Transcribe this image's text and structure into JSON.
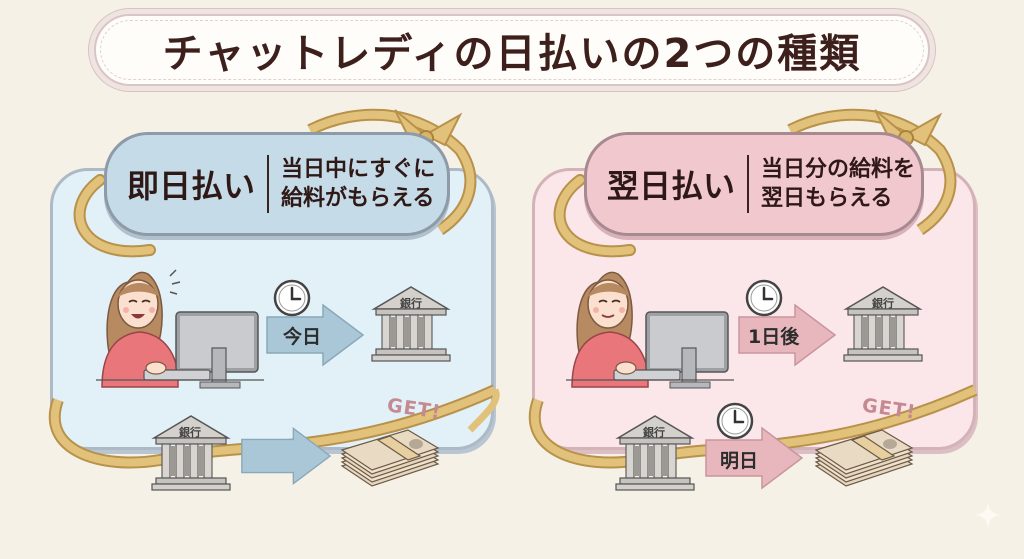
{
  "title": "チャットレディの日払いの2つの種類",
  "colors": {
    "background": "#f6f1e6",
    "left_card": "#e2f0f8",
    "left_pill": "#c6dbe8",
    "left_arrow": "#a9c7d7",
    "right_card": "#fbe6ea",
    "right_pill": "#f2c8cf",
    "right_arrow": "#e8b6bd",
    "ribbon": "#d9b56a",
    "get_text": "#c48991"
  },
  "cards": [
    {
      "id": "same-day",
      "heading": "即日払い",
      "description": "当日中にすぐに\n給料がもらえる",
      "flow_top": {
        "arrow_label": "今日",
        "bank_label": "銀行",
        "icon": "clock-icon"
      },
      "flow_bottom": {
        "bank_label": "銀行",
        "arrow_label": "",
        "badge": "GET!"
      }
    },
    {
      "id": "next-day",
      "heading": "翌日払い",
      "description": "当日分の給料を\n翌日もらえる",
      "flow_top": {
        "arrow_label": "1日後",
        "bank_label": "銀行",
        "icon": "clock-icon"
      },
      "flow_bottom": {
        "bank_label": "銀行",
        "arrow_label": "明日",
        "badge": "GET!"
      }
    }
  ]
}
